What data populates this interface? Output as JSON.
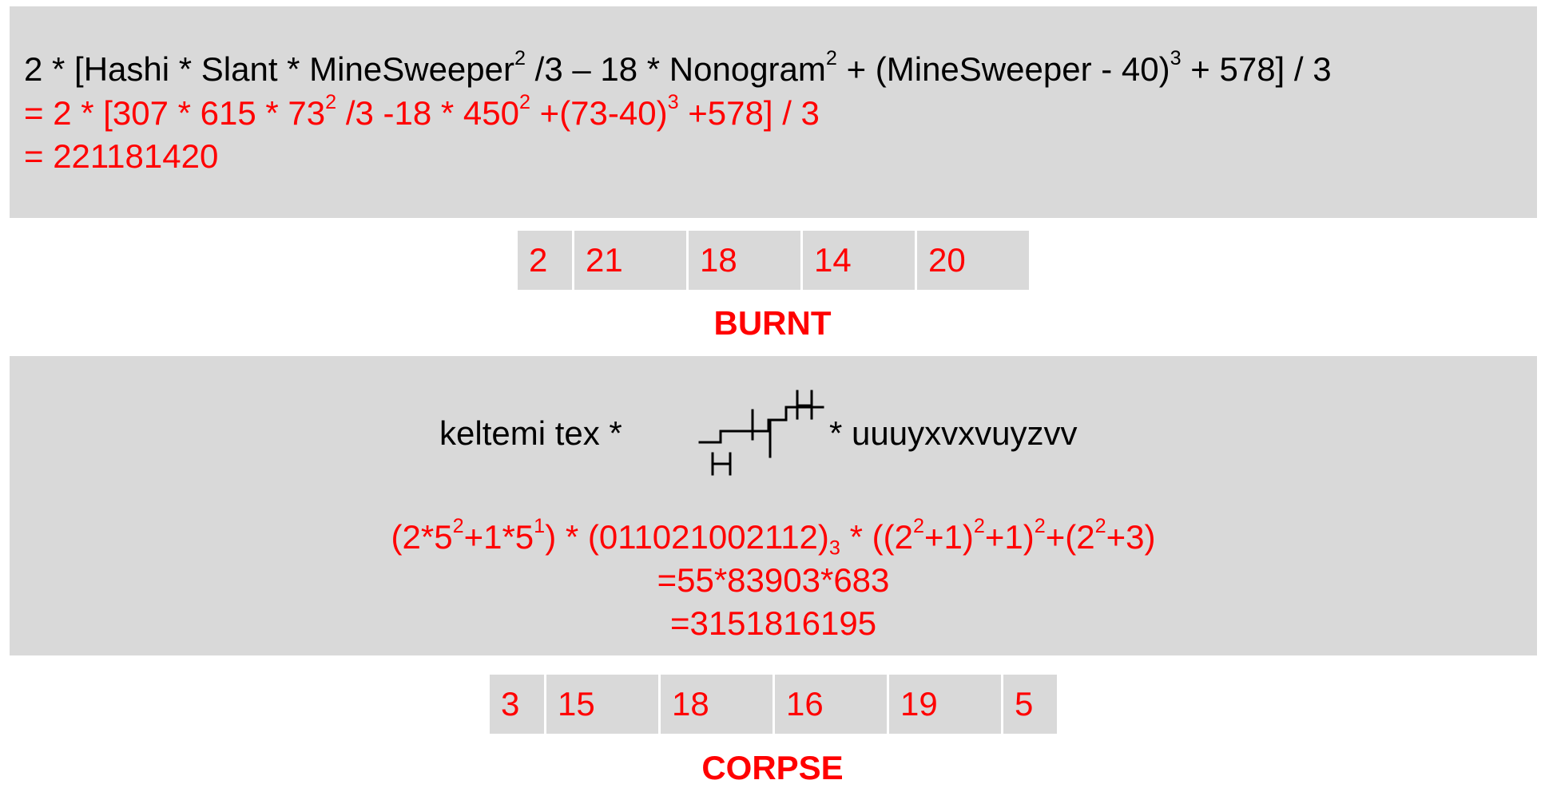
{
  "section1": {
    "formula_line": {
      "p1": "2 * [Hashi * Slant * MineSweeper",
      "e1": "2",
      "p2": " /3 – 18 * Nonogram",
      "e2": "2",
      "p3": " + (MineSweeper - 40)",
      "e3": "3",
      "p4": " + 578] / 3"
    },
    "substitution_line": {
      "p1": "= 2 * [307 * 615 * 73",
      "e1": "2",
      "p2": " /3 -18 * 450",
      "e2": "2",
      "p3": " +(73-40)",
      "e3": "3",
      "p4": " +578] / 3"
    },
    "result_line": "= 221181420",
    "cells": [
      "2",
      "21",
      "18",
      "14",
      "20"
    ],
    "answer": "BURNT"
  },
  "section2": {
    "formula_left": "keltemi tex *",
    "formula_right": "* uuuyxvxvuyzvv",
    "calc_line1": {
      "p1": "(2*5",
      "e1": "2",
      "p2": "+1*5",
      "e2": "1",
      "p3": ") * (011021002112)",
      "s1": "3",
      "p4": " * ((2",
      "e3": "2",
      "p5": "+1)",
      "e4": "2",
      "p6": "+1)",
      "e5": "2",
      "p7": "+(2",
      "e6": "2",
      "p8": "+3)"
    },
    "calc_line2": "=55*83903*683",
    "calc_line3": "=3151816195",
    "cells": [
      "3",
      "15",
      "18",
      "16",
      "19",
      "5"
    ],
    "answer": "CORPSE"
  },
  "colors": {
    "panel_background": "#d9d9d9",
    "highlight_text": "#ff0000",
    "body_text": "#000000"
  },
  "icons": [
    "bridge-staircase-drawing"
  ]
}
